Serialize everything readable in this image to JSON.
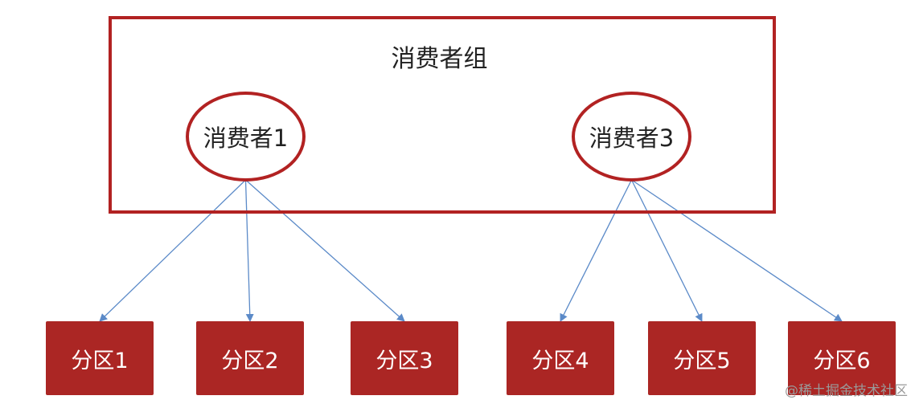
{
  "group": {
    "title": "消费者组"
  },
  "consumers": [
    {
      "id": "c1",
      "label": "消费者1"
    },
    {
      "id": "c3",
      "label": "消费者3"
    }
  ],
  "partitions": [
    {
      "id": "p1",
      "label": "分区1",
      "consumer": "c1"
    },
    {
      "id": "p2",
      "label": "分区2",
      "consumer": "c1"
    },
    {
      "id": "p3",
      "label": "分区3",
      "consumer": "c1"
    },
    {
      "id": "p4",
      "label": "分区4",
      "consumer": "c3"
    },
    {
      "id": "p5",
      "label": "分区5",
      "consumer": "c3"
    },
    {
      "id": "p6",
      "label": "分区6",
      "consumer": "c3"
    }
  ],
  "colors": {
    "border": "#b22222",
    "partition": "#ab2624",
    "arrow": "#5b8ac8"
  },
  "watermark": "@稀土掘金技术社区"
}
